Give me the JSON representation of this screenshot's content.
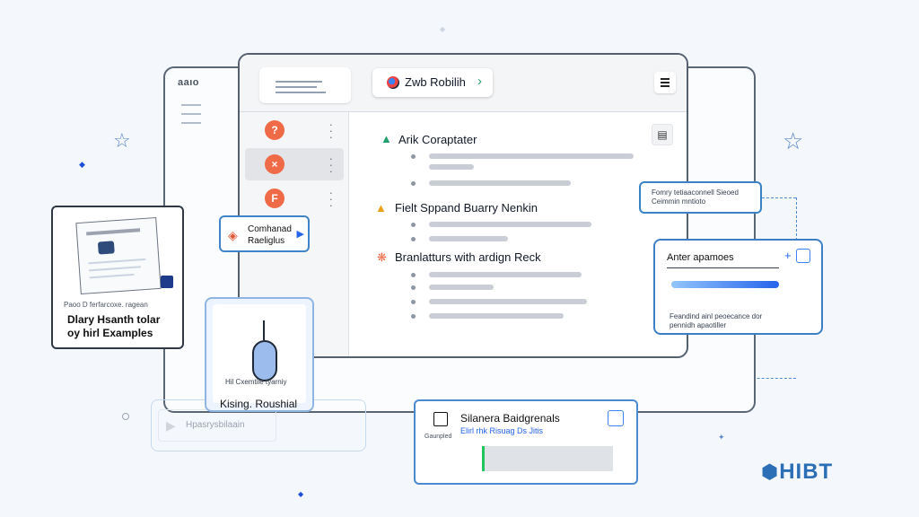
{
  "back_window": {
    "logo_text": "aaıo"
  },
  "main_window": {
    "title": "Zwb Robilih",
    "sidebar": [
      {
        "glyph": "?",
        "color": "#ef6a47",
        "active": false
      },
      {
        "glyph": "×",
        "color": "#ef6a47",
        "active": true
      },
      {
        "glyph": "F",
        "color": "#ef6a47",
        "active": false
      }
    ],
    "sections": [
      {
        "title": "Arik Coraptater",
        "icon": "leaf-icon"
      },
      {
        "title": "Fielt Sppand Buarry Nenkin",
        "icon": "warning-icon"
      },
      {
        "title": "Branlatturs with ardign Reck",
        "icon": "spark-icon"
      }
    ]
  },
  "card_left": {
    "meta": "Paoo D ferfarcoxe. ragean",
    "line1": "Dlary Hsanth tolar",
    "line2": "oy hirl Examples"
  },
  "command_button": {
    "line1": "Comhanad",
    "line2": "Raeliglus"
  },
  "mouse_card": {
    "caption": "Hil Cxemtile tyarniy",
    "title": "Kising. Roushial"
  },
  "small_card": {
    "line1": "Fomry tetiaaconnell Sieoed",
    "line2": "Ceimmin mntioto"
  },
  "right_card": {
    "title": "Anter apamoes",
    "line1": "Feandind ainl peoecance dor",
    "line2": "pennidh apaotiller"
  },
  "bottom_card": {
    "label": "Gaunpled",
    "title": "Silanera Baidgrenals",
    "subtitle": "Elirl rhk Risuag Ds Jitis"
  },
  "player": {
    "label": "Hpasrysbilaain"
  },
  "brand": {
    "name": "HIBT",
    "color": "#2d6fb6"
  },
  "colors": {
    "accent": "#3b82f6",
    "orange": "#ef6a47"
  }
}
